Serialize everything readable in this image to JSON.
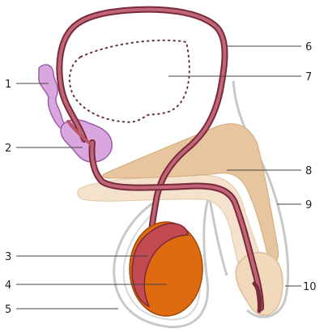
{
  "labels": {
    "l1": "1",
    "l2": "2",
    "l3": "3",
    "l4": "4",
    "l5": "5",
    "l6": "6",
    "l7": "7",
    "l8": "8",
    "l9": "9",
    "l10": "10"
  },
  "colors": {
    "duct_fill": "#b8556a",
    "duct_stroke": "#7a2a3a",
    "gland_fill": "#d9a6e0",
    "gland_stroke": "#9b5fa8",
    "tissue_dark": "#e7c59e",
    "tissue_light": "#f4e2cc",
    "testis": "#e06a10",
    "epididymis": "#c24a50",
    "outline": "#c8c8c8",
    "dots": "#6a3040",
    "leader": "#444444"
  }
}
